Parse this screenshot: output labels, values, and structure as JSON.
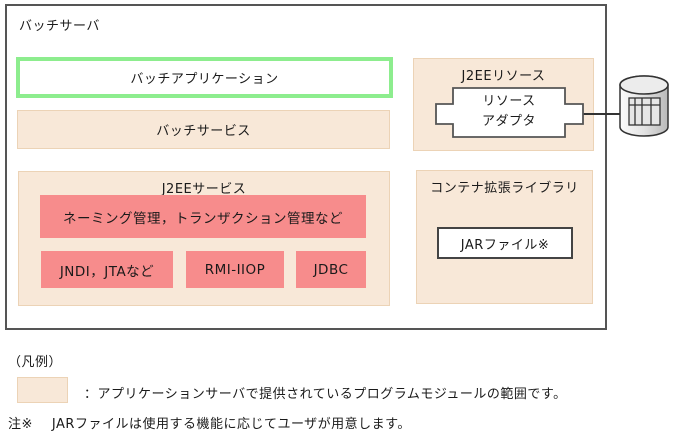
{
  "diagram": {
    "server_label": "バッチサーバ",
    "batch_application": "バッチアプリケーション",
    "batch_service": "バッチサービス",
    "j2ee_service": {
      "label": "J2EEサービス",
      "naming_box": "ネーミング管理，トランザクション管理など",
      "jndi_box": "JNDI，JTAなど",
      "rmi_box": "RMI-IIOP",
      "jdbc_box": "JDBC"
    },
    "j2ee_resource": {
      "label": "J2EEリソース",
      "adapter_line1": "リソース",
      "adapter_line2": "アダプタ"
    },
    "container_lib": {
      "label": "コンテナ拡張ライブラリ",
      "jar_box": "JARファイル※"
    },
    "database_icon": "database-cylinder"
  },
  "legend": {
    "title": "（凡例）",
    "beige_description": "：アプリケーションサーバで提供されているプログラムモジュールの範囲です。",
    "note_prefix": "注※",
    "note_text": "JARファイルは使用する機能に応じてユーザが用意します。"
  },
  "colors": {
    "beige_fill": "#f8e8d8",
    "beige_border": "#ecd3b6",
    "pink_fill": "#f78c8c",
    "green_border": "#8ded8e",
    "outer_border": "#555555",
    "text": "#1a1a1a"
  }
}
